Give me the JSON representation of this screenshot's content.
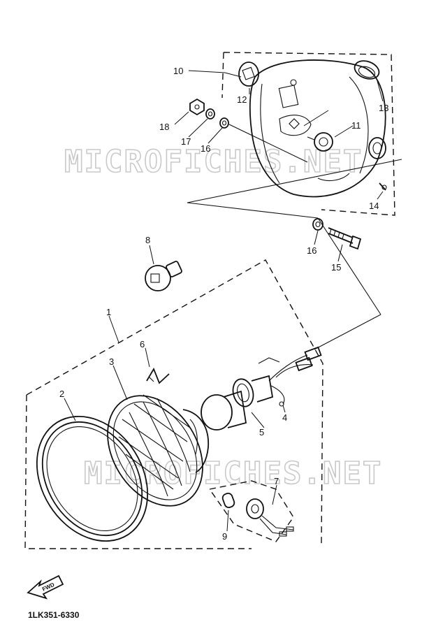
{
  "watermarks": [
    "MICROFICHES.NET",
    "MICROFICHES.NET"
  ],
  "callouts": [
    "1",
    "2",
    "3",
    "4",
    "5",
    "6",
    "7",
    "8",
    "9",
    "10",
    "11",
    "12",
    "13",
    "14",
    "15",
    "16",
    "16",
    "17",
    "18"
  ],
  "forward_label": "FWD",
  "diagram_code": "1LK351-6330"
}
